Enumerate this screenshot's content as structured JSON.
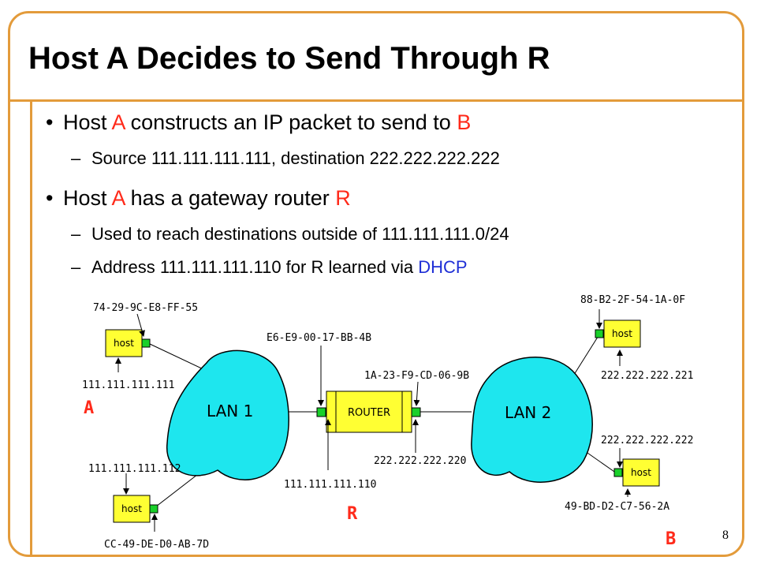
{
  "slide": {
    "title": "Host A Decides to Send Through R",
    "page_number": "8",
    "bullets": [
      {
        "parts": [
          "Host ",
          "A",
          " constructs an IP packet to send to ",
          "B"
        ],
        "sub": [
          {
            "text": "Source 111.111.111.111, destination 222.222.222.222"
          }
        ]
      },
      {
        "parts": [
          "Host ",
          "A",
          " has a gateway router ",
          "R"
        ],
        "sub": [
          {
            "text": "Used to reach destinations outside of 111.111.111.0/24"
          },
          {
            "parts": [
              "Address 111.111.111.110 for R learned via ",
              "DHCP"
            ]
          }
        ]
      }
    ]
  },
  "diagram": {
    "lan1_label": "LAN 1",
    "lan2_label": "LAN 2",
    "router_label": "ROUTER",
    "host_label": "host",
    "host_a": {
      "mac": "74-29-9C-E8-FF-55",
      "ip": "111.111.111.111",
      "tag": "A"
    },
    "host_lower_left": {
      "ip": "111.111.111.112",
      "mac": "CC-49-DE-D0-AB-7D"
    },
    "router": {
      "mac_lan1": "E6-E9-00-17-BB-4B",
      "mac_lan2": "1A-23-F9-CD-06-9B",
      "ip_lan1": "111.111.111.110",
      "ip_lan2": "222.222.222.220",
      "tag": "R"
    },
    "host_upper_right": {
      "mac": "88-B2-2F-54-1A-0F",
      "ip": "222.222.222.221"
    },
    "host_b": {
      "ip": "222.222.222.222",
      "mac": "49-BD-D2-C7-56-2A",
      "tag": "B"
    }
  },
  "colors": {
    "frame": "#e39b3b",
    "lan_fill": "#1ee6ee",
    "host_fill": "#ffff33",
    "port_fill": "#19d02a",
    "highlight_red": "#ff2a1a",
    "highlight_blue": "#1f2fd6"
  }
}
